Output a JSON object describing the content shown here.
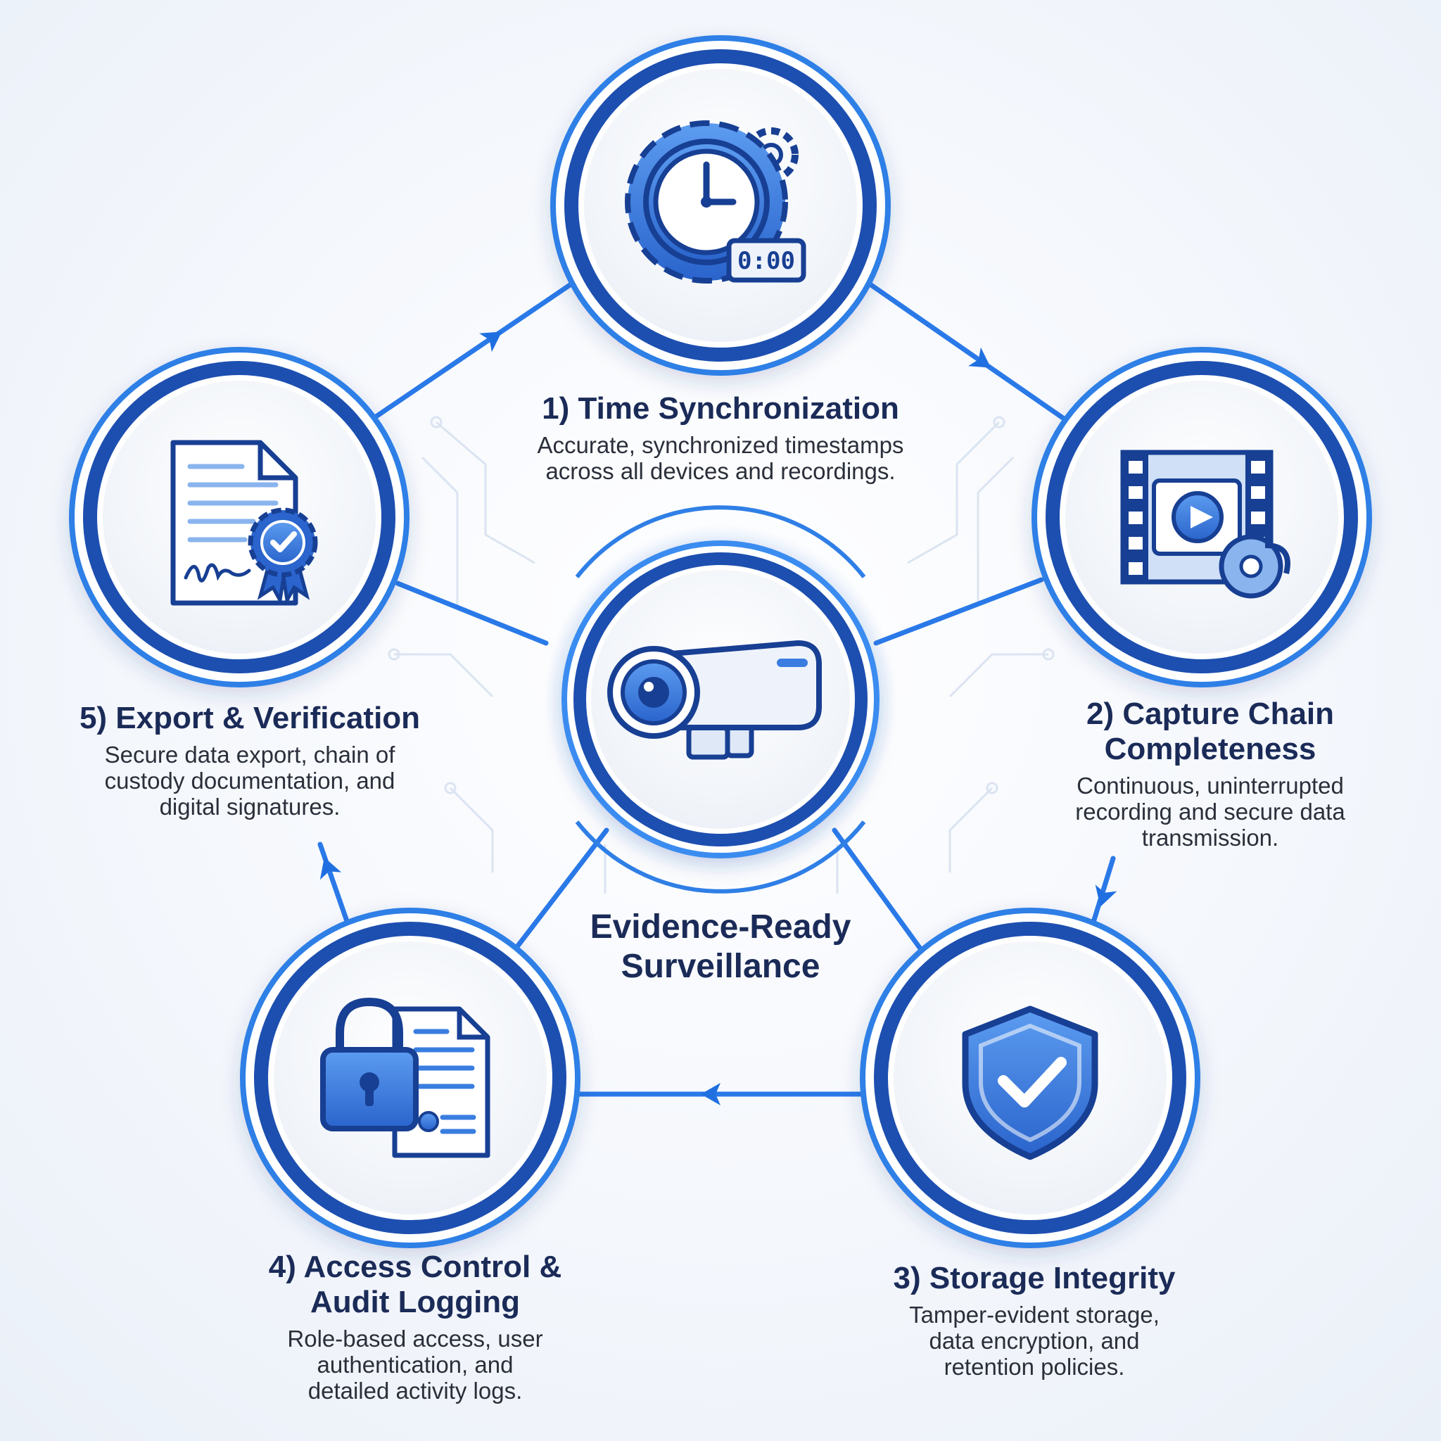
{
  "center": {
    "title": "Evidence-Ready\nSurveillance",
    "icon": "security-camera-icon"
  },
  "steps": [
    {
      "title": "1) Time Synchronization",
      "description": "Accurate, synchronized timestamps\nacross all devices and recordings.",
      "icon": "clock-gear-icon",
      "clock_readout": "0:00"
    },
    {
      "title": "2) Capture Chain\nCompleteness",
      "description": "Continuous, uninterrupted\nrecording and secure data\ntransmission.",
      "icon": "film-reel-play-icon"
    },
    {
      "title": "3) Storage Integrity",
      "description": "Tamper-evident storage,\ndata encryption, and\nretention policies.",
      "icon": "shield-check-icon"
    },
    {
      "title": "4) Access Control &\nAudit Logging",
      "description": "Role-based access, user\nauthentication, and\ndetailed activity logs.",
      "icon": "padlock-document-icon"
    },
    {
      "title": "5) Export & Verification",
      "description": "Secure data export, chain of\ncustody documentation, and\ndigital signatures.",
      "icon": "certificate-document-icon"
    }
  ],
  "colors": {
    "ring_dark": "#1d4fb0",
    "ring_bright": "#2f7fe6",
    "icon_fill": "#3a7de0",
    "icon_dark": "#173f93",
    "text_dark": "#1b2b58"
  }
}
